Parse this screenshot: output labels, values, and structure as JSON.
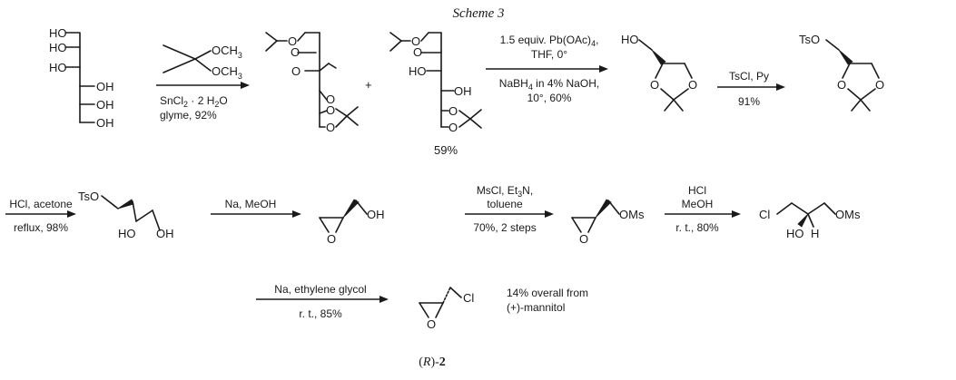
{
  "scheme": {
    "title": "Scheme 3"
  },
  "step1": {
    "reagent_top_a": "OCH",
    "reagent_top_a_sub": "3",
    "reagent_top_b": "OCH",
    "reagent_top_b_sub": "3",
    "below_1": "SnCl",
    "below_1_sub": "2",
    "below_1_rest": " · 2 H",
    "below_1_sub2": "2",
    "below_1_end": "O",
    "below_2": "glyme, 92%"
  },
  "step2": {
    "above_1": "1.5 equiv. Pb(OAc)",
    "above_1_sub": "4",
    "above_1_end": ",",
    "above_2": "THF, 0°",
    "below_1": "NaBH",
    "below_1_sub": "4",
    "below_1_end": " in 4% NaOH,",
    "below_2": "10°, 60%"
  },
  "yield_mix": "59%",
  "step3": {
    "above": "TsCl, Py",
    "below": "91%"
  },
  "step4": {
    "above": "HCl, acetone",
    "below": "reflux, 98%"
  },
  "step5": {
    "above": "Na, MeOH"
  },
  "step6": {
    "above_1": "MsCl, Et",
    "above_1_sub": "3",
    "above_1_end": "N,",
    "above_2": "toluene",
    "below": "70%, 2 steps"
  },
  "step7": {
    "above_1": "HCl",
    "above_2": "MeOH",
    "below": "r. t., 80%"
  },
  "step8": {
    "above": "Na, ethylene glycol",
    "below": "r. t., 85%"
  },
  "summary": {
    "line1": "14% overall from",
    "line2": "(+)-mannitol"
  },
  "compound": {
    "prefix": "(",
    "config": "R",
    "suffix": ")-",
    "number": "2"
  },
  "atoms": {
    "HO": "HO",
    "OH": "OH",
    "O": "O",
    "TsO": "TsO",
    "Ms": "OMs",
    "Cl": "Cl",
    "H": "H"
  }
}
